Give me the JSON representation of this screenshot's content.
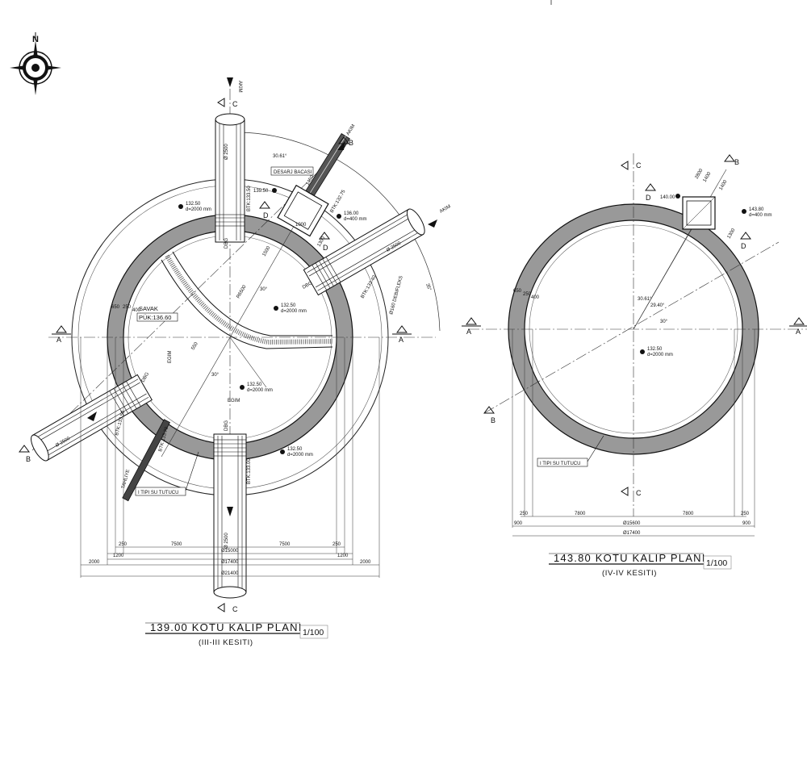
{
  "compass": {
    "north_label": "N"
  },
  "left_plan": {
    "title": "139.00 KOTU KALIP PLANI",
    "scale": "1/100",
    "subtitle": "(III-III KESITI)",
    "section_marks": {
      "a": "A",
      "b": "B",
      "c": "C",
      "d": "D"
    },
    "flow_labels": [
      "AKIM",
      "AKIM",
      "AKIM"
    ],
    "labels": {
      "desarj": "DESARJ BACASI",
      "savak": "SAVAK",
      "savak_kot": "PÜK:136.60",
      "su_tutucu": "I TIPI SU TUTUCU",
      "egim1": "EGIM",
      "egim2": "EGIM",
      "dbg1": "DBG",
      "dbg2": "DBG",
      "dbg3": "DBG",
      "dbg4": "DBG",
      "pipe_top": "Ø 2500",
      "pipe_right": "Ø 2500",
      "pipe_left": "Ø 2500",
      "pipe_bottom": "Ø 2500",
      "btk1": "BTK:133.50",
      "btk2": "BTK:133.40",
      "btk3": "BTK:133.50",
      "btk4": "BTK:133.70",
      "btk5": "BTK:133.00",
      "btk6": "BTK:132.75",
      "tahliye": "TAHLIYE",
      "ø160": "Ø160 DEBIFLEKS",
      "angle1": "30.61°",
      "angle2": "30°",
      "angle3": "30°",
      "angle4": "35°",
      "r1": "R6500",
      "r2": "550"
    },
    "elevations": [
      {
        "v": "132.50",
        "d": "d=2000 mm"
      },
      {
        "v": "132.50",
        "d": "d=2000 mm"
      },
      {
        "v": "132.50",
        "d": "d=2000 mm"
      },
      {
        "v": "132.50",
        "d": "d=2000 mm"
      },
      {
        "v": "136.00",
        "d": "d=400 mm"
      }
    ],
    "small_elev": "139.50",
    "dims": {
      "d250a": "250",
      "d250b": "250",
      "d7500a": "7500",
      "d7500b": "7500",
      "d1200a": "1200",
      "d1200b": "1200",
      "d15000": "Ø15000",
      "d17400": "Ø17400",
      "d2000a": "2000",
      "d2000b": "2000",
      "d21400": "Ø21400",
      "d650": "650",
      "d250c": "250",
      "d400": "400",
      "d1500": "1500",
      "d1300": "1300",
      "d1000": "1000",
      "d1450": "1450"
    }
  },
  "right_plan": {
    "title": "143.80 KOTU KALIP PLANI",
    "scale": "1/100",
    "subtitle": "(IV-IV KESITI)",
    "labels": {
      "su_tutucu": "I TIPI SU TUTUCU",
      "a1": "30.61°",
      "a2": "29.40°",
      "a3": "30°",
      "d650": "650",
      "d250": "250",
      "d400": "400"
    },
    "elev_top": {
      "v": "143.80",
      "d": "d=400 mm"
    },
    "elev_mid": {
      "v": "132.50",
      "d": "d=2000 mm"
    },
    "elev_small": "140.00",
    "dims": {
      "d250a": "250",
      "d250b": "250",
      "d7800a": "7800",
      "d7800b": "7800",
      "d15600": "Ø15600",
      "d900a": "900",
      "d900b": "900",
      "d17400": "Ø17400",
      "d2800": "2800",
      "d1400a": "1400",
      "d1400b": "1400",
      "d1300": "1300"
    }
  }
}
